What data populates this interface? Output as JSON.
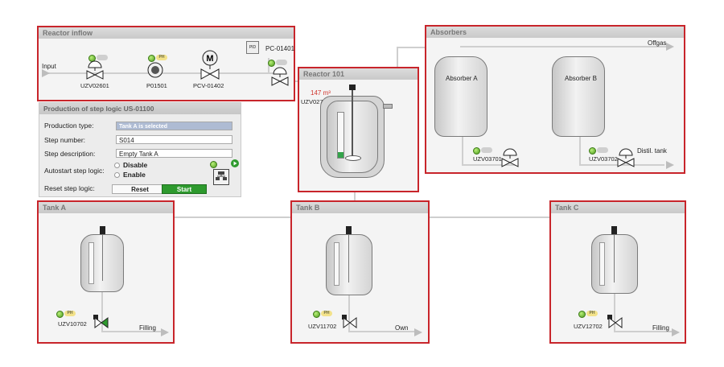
{
  "reactor_inflow": {
    "title": "Reactor inflow",
    "input_label": "Input",
    "valve1": "UZV02601",
    "pump": "P01501",
    "pump_badge": "PH",
    "controller_valve": "PCV-01402",
    "pc": "PC-01401",
    "pc_icon": "PID"
  },
  "step_logic": {
    "title": "Production of step logic US-01100",
    "production_type_label": "Production type:",
    "production_type_value": "Tank A is selected",
    "step_number_label": "Step number:",
    "step_number_value": "S014",
    "step_description_label": "Step description:",
    "step_description_value": "Empty Tank A",
    "autostart_label": "Autostart step logic:",
    "disable_label": "Disable",
    "enable_label": "Enable",
    "reset_label": "Reset step logic:",
    "reset_button": "Reset",
    "start_button": "Start"
  },
  "reactor": {
    "title": "Reactor 101",
    "level": "147 m³",
    "valve": "UZV02701"
  },
  "absorbers": {
    "title": "Absorbers",
    "offgas": "Offgas",
    "absorber_a": "Absorber A",
    "absorber_b": "Absorber B",
    "valve_a": "UZV03701",
    "valve_b": "UZV03702",
    "distil": "Distil. tank"
  },
  "tank_a": {
    "title": "Tank A",
    "valve": "UZV10702",
    "badge": "PH",
    "status": "Filling"
  },
  "tank_b": {
    "title": "Tank B",
    "valve": "UZV11702",
    "badge": "PH",
    "status": "Own"
  },
  "tank_c": {
    "title": "Tank C",
    "valve": "UZV12702",
    "badge": "PH",
    "status": "Filling"
  },
  "colors": {
    "frame": "#c8252b",
    "accent_green": "#2e9a2e",
    "selected": "#aebbd3"
  }
}
